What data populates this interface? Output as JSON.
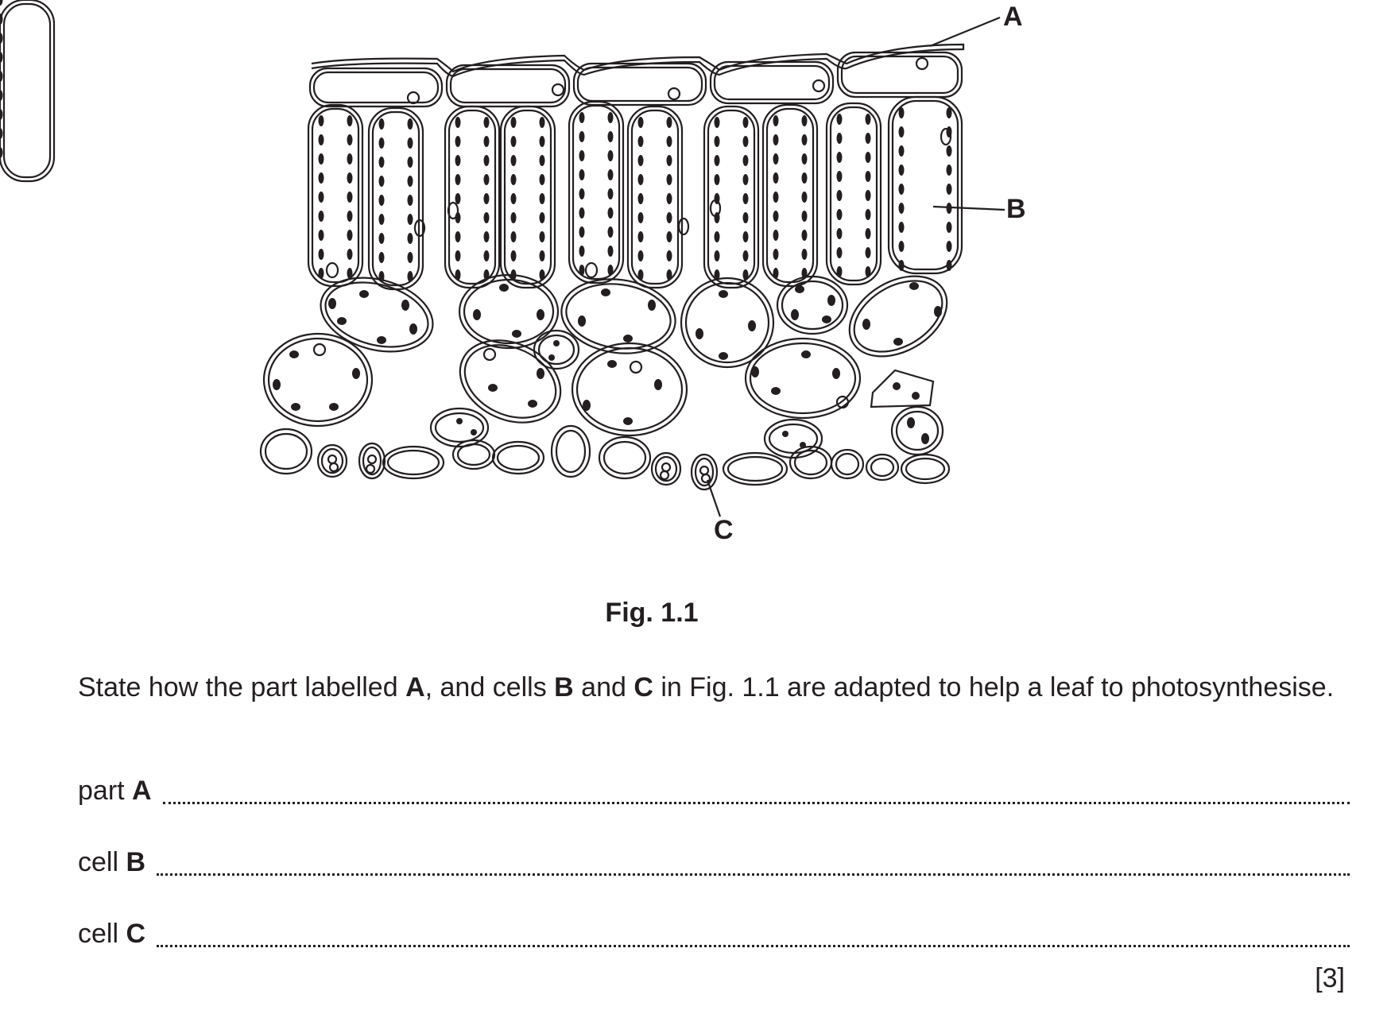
{
  "figure": {
    "caption": "Fig. 1.1",
    "description": "Transverse section of a leaf",
    "labels": {
      "A": "A",
      "B": "B",
      "C": "C"
    },
    "layers": [
      {
        "name": "cuticle",
        "label": "A"
      },
      {
        "name": "upper-epidermis",
        "cell_count": 5
      },
      {
        "name": "palisade-mesophyll",
        "cell_count": 10,
        "label": "B"
      },
      {
        "name": "spongy-mesophyll"
      },
      {
        "name": "lower-epidermis-with-guard-cells",
        "label": "C"
      }
    ],
    "colors": {
      "line": "#231f20",
      "chloroplast": "#231f20",
      "background": "#ffffff"
    }
  },
  "question": {
    "text_parts": [
      {
        "text": "State how the part labelled ",
        "bold": false
      },
      {
        "text": "A",
        "bold": true
      },
      {
        "text": ", and cells ",
        "bold": false
      },
      {
        "text": "B",
        "bold": true
      },
      {
        "text": " and ",
        "bold": false
      },
      {
        "text": "C",
        "bold": true
      },
      {
        "text": " in Fig. 1.1 are adapted to help a leaf to photosynthesise.",
        "bold": false
      }
    ]
  },
  "answers": [
    {
      "prefix": "part ",
      "letter": "A",
      "value": ""
    },
    {
      "prefix": "cell ",
      "letter": "B",
      "value": ""
    },
    {
      "prefix": "cell ",
      "letter": "C",
      "value": ""
    }
  ],
  "marks": "[3]"
}
